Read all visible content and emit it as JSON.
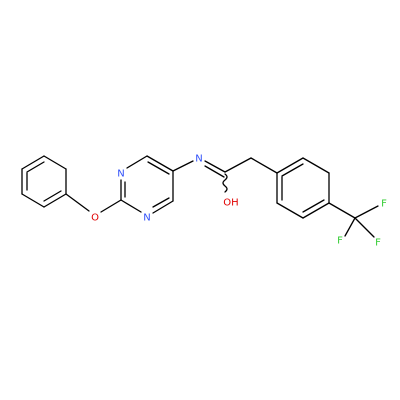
{
  "colors": {
    "bond": "#000000",
    "N": "#3050F8",
    "O": "#E00000",
    "F": "#33CC33",
    "background": "#FFFFFF"
  },
  "molecule": {
    "atoms": [
      {
        "id": "a1",
        "symbol": ""
      },
      {
        "id": "a2",
        "symbol": ""
      },
      {
        "id": "a3",
        "symbol": ""
      },
      {
        "id": "a4",
        "symbol": ""
      },
      {
        "id": "a5",
        "symbol": ""
      },
      {
        "id": "a6",
        "symbol": ""
      },
      {
        "id": "o_ether",
        "symbol": "O"
      },
      {
        "id": "c2",
        "symbol": ""
      },
      {
        "id": "n1",
        "symbol": "N"
      },
      {
        "id": "c6",
        "symbol": ""
      },
      {
        "id": "c5",
        "symbol": ""
      },
      {
        "id": "c4",
        "symbol": ""
      },
      {
        "id": "n3",
        "symbol": "N"
      },
      {
        "id": "n_imine",
        "symbol": "N"
      },
      {
        "id": "c_imid",
        "symbol": ""
      },
      {
        "id": "o_oh",
        "symbol": "OH"
      },
      {
        "id": "ch2",
        "symbol": ""
      },
      {
        "id": "b1",
        "symbol": ""
      },
      {
        "id": "b2",
        "symbol": ""
      },
      {
        "id": "b3",
        "symbol": ""
      },
      {
        "id": "b4",
        "symbol": ""
      },
      {
        "id": "b5",
        "symbol": ""
      },
      {
        "id": "b6",
        "symbol": ""
      },
      {
        "id": "cf3",
        "symbol": ""
      },
      {
        "id": "f1",
        "symbol": "F"
      },
      {
        "id": "f2",
        "symbol": "F"
      },
      {
        "id": "f3",
        "symbol": "F"
      }
    ]
  }
}
